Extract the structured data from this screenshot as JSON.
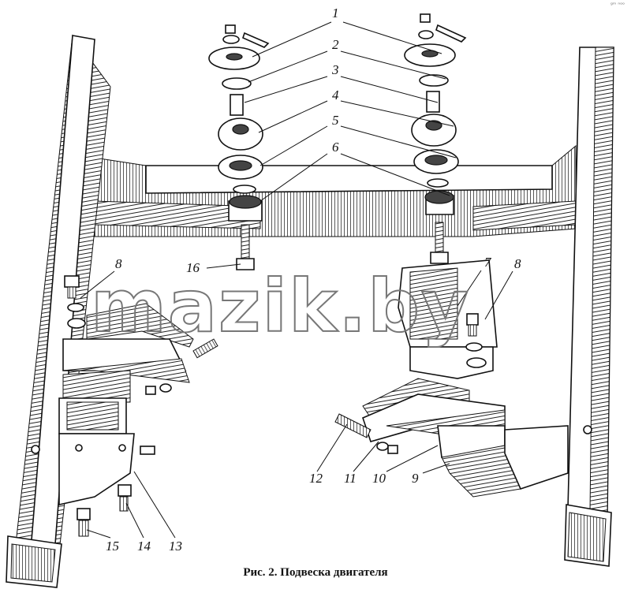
{
  "figure": {
    "caption": "Рис. 2. Подвеска двигателя",
    "watermark": "mazik.by",
    "corner_mark": "ᵍᵐ ⁿᵒᵒ"
  },
  "labels": [
    "1",
    "2",
    "3",
    "4",
    "5",
    "6",
    "7",
    "8",
    "8",
    "9",
    "10",
    "11",
    "12",
    "13",
    "14",
    "15",
    "16"
  ],
  "colors": {
    "ink": "#111111",
    "paper": "#ffffff",
    "watermark": "#777777"
  }
}
